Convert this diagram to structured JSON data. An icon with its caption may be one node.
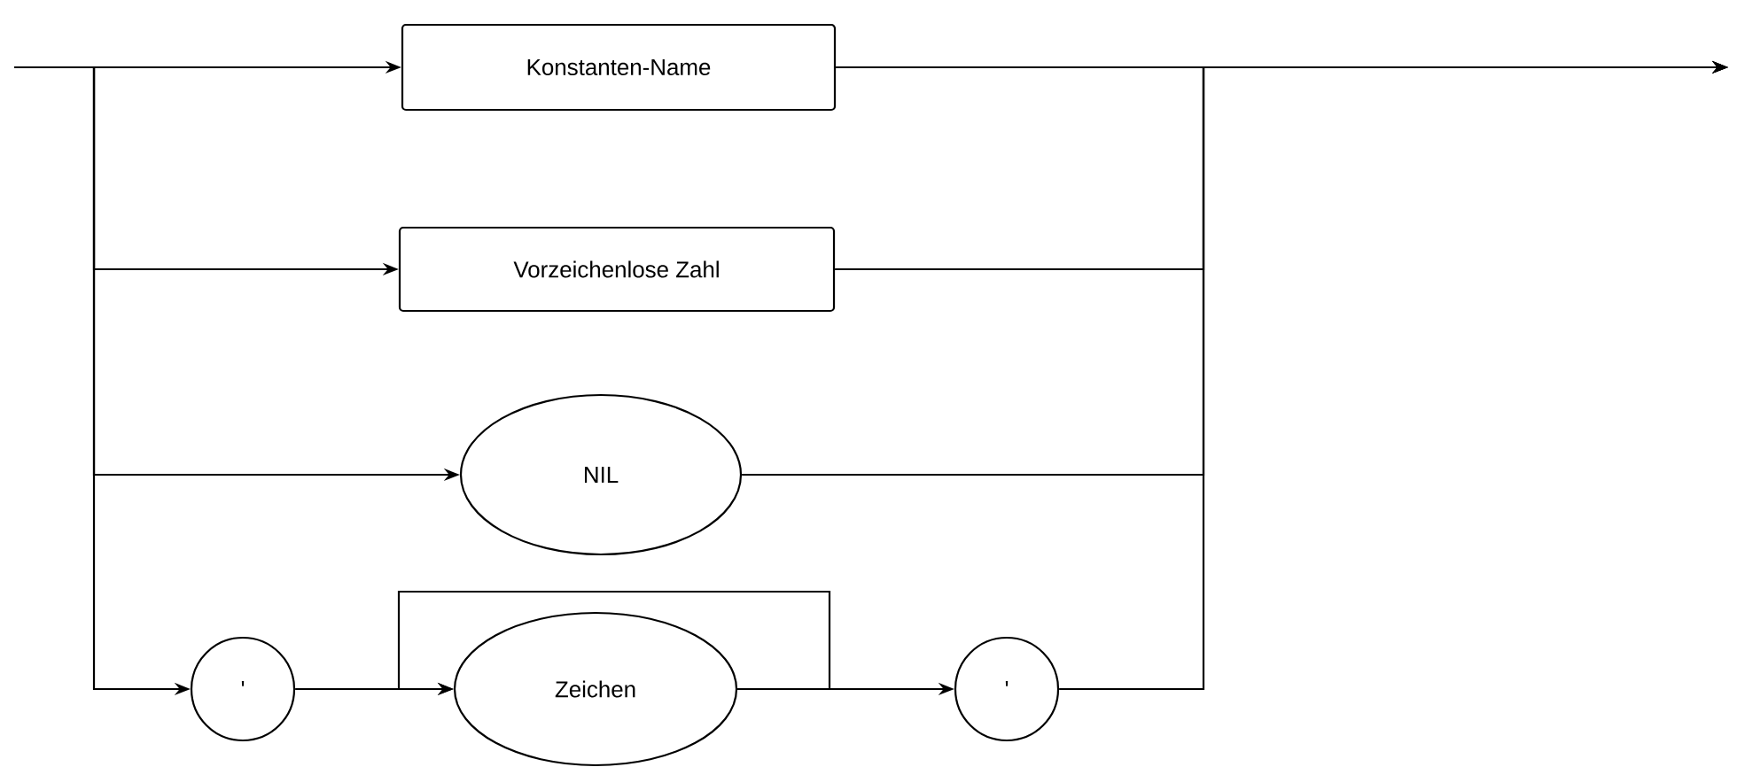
{
  "diagram": {
    "nodes": [
      {
        "text": [
          "Konstanten-Name"
        ]
      },
      {
        "text": [
          "Vorzeichenlose Zahl"
        ]
      },
      {
        "text": [
          "NIL"
        ]
      },
      {
        "text": [
          "'"
        ]
      },
      {
        "text": [
          "Zeichen"
        ]
      },
      {
        "text": [
          "'"
        ]
      }
    ],
    "edges": [
      {
        "from": null,
        "to": 0,
        "arrow": "to"
      },
      {
        "from": null,
        "to": 1,
        "arrow": "to"
      },
      {
        "from": null,
        "to": 2,
        "arrow": "to"
      },
      {
        "from": null,
        "to": 3,
        "arrow": "to"
      },
      {
        "from": 3,
        "to": 4,
        "arrow": "to"
      },
      {
        "from": 4,
        "to": 4,
        "arrow": "to"
      },
      {
        "from": 4,
        "to": 5,
        "arrow": "to"
      },
      {
        "from": 0,
        "to": null,
        "arrow": "to"
      },
      {
        "from": 1,
        "to": null,
        "arrow": "to"
      },
      {
        "from": 2,
        "to": null,
        "arrow": "to"
      },
      {
        "from": 5,
        "to": null,
        "arrow": "to"
      }
    ]
  }
}
